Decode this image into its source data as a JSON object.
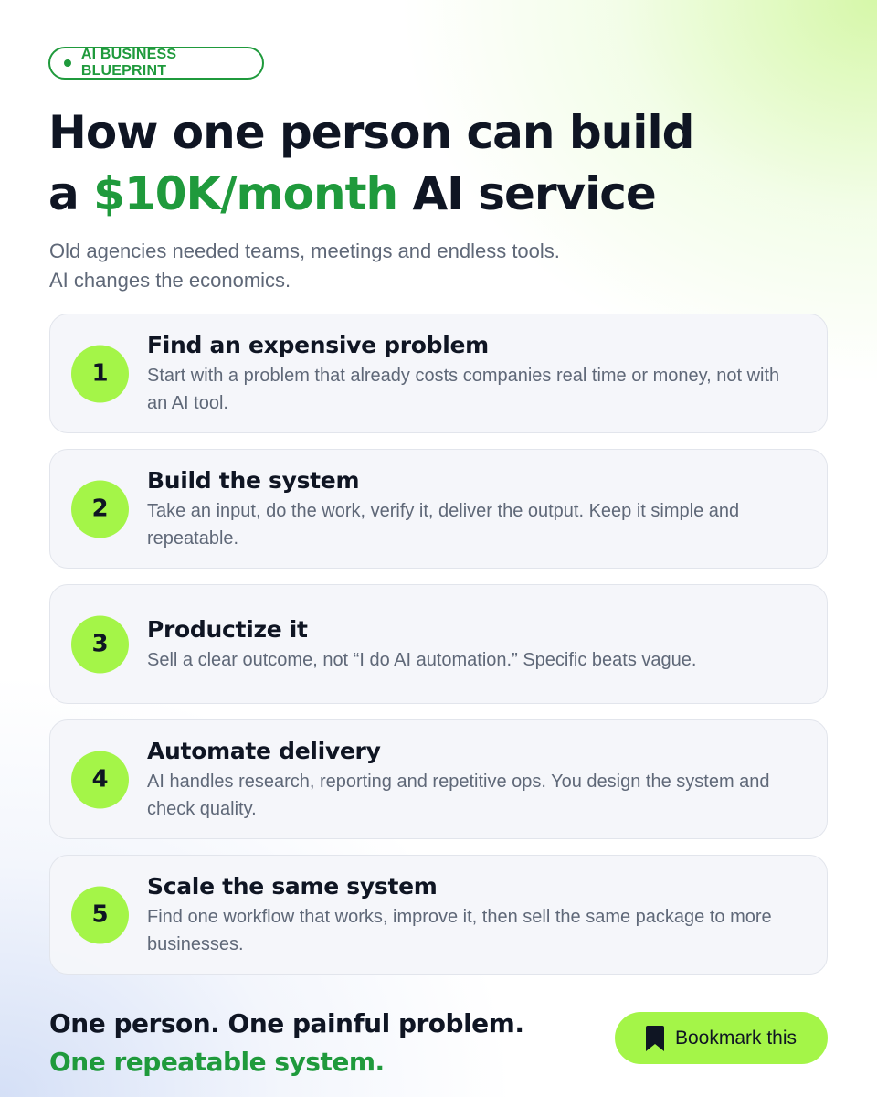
{
  "badge": {
    "label": "AI BUSINESS BLUEPRINT"
  },
  "headline": {
    "line1": "How one person can build",
    "line2_prefix": "a ",
    "line2_highlight": "$10K/month",
    "line2_suffix": " AI service"
  },
  "subtitle": {
    "line1": "Old agencies needed teams, meetings and endless tools.",
    "line2": "AI changes the economics."
  },
  "steps": [
    {
      "number": "1",
      "title": "Find an expensive problem",
      "description": "Start with a problem that already costs companies real time or money, not with an AI tool."
    },
    {
      "number": "2",
      "title": "Build the system",
      "description": "Take an input, do the work, verify it, deliver the output. Keep it simple and repeatable."
    },
    {
      "number": "3",
      "title": "Productize it",
      "description": "Sell a clear outcome, not “I do AI automation.” Specific beats vague."
    },
    {
      "number": "4",
      "title": "Automate delivery",
      "description": "AI handles research, reporting and repetitive ops. You design the system and check quality."
    },
    {
      "number": "5",
      "title": "Scale the same system",
      "description": "Find one workflow that works, improve it, then sell the same package to more businesses."
    }
  ],
  "footer": {
    "line1": "One person. One painful problem.",
    "line2": "One repeatable system."
  },
  "bookmark": {
    "label": "Bookmark this",
    "icon": "bookmark-icon"
  },
  "colors": {
    "accent_green": "#1f9a3c",
    "lime": "#a4f548",
    "dark_text": "#0f1523",
    "muted_text": "#5f6878"
  }
}
